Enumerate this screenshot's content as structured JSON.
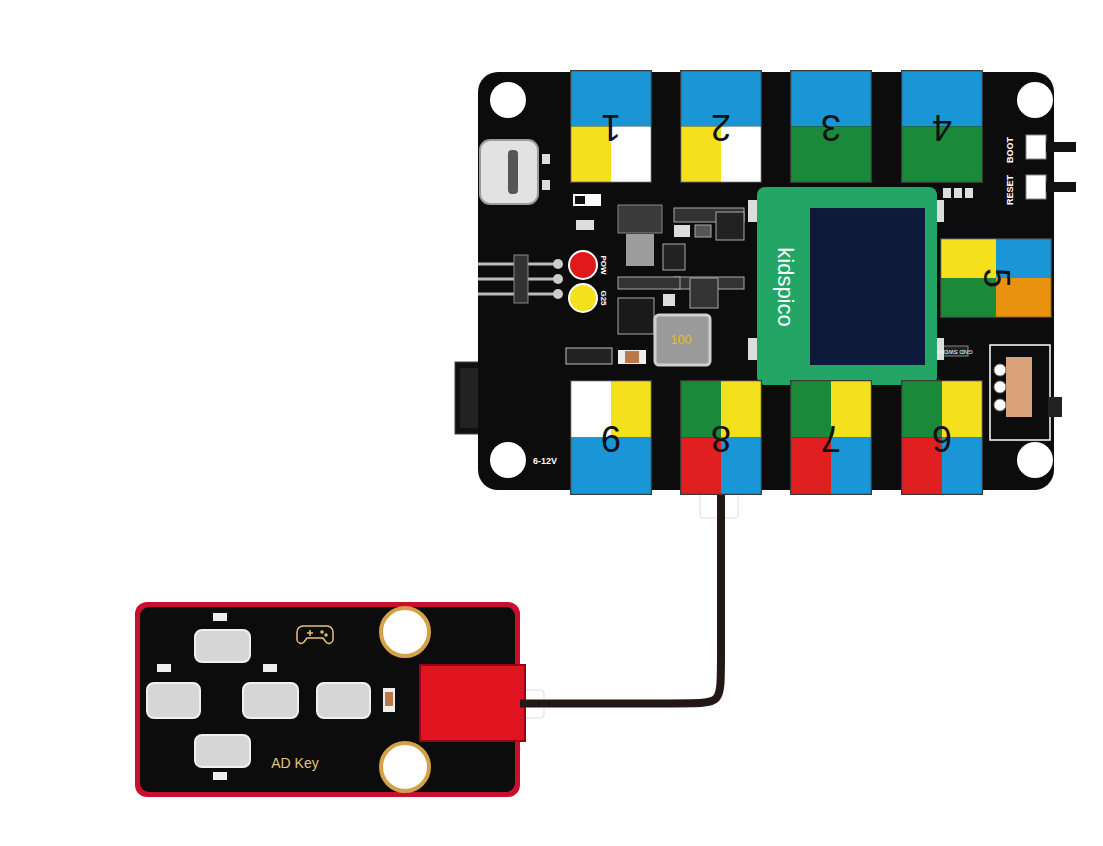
{
  "diagram": {
    "nodes": [
      {
        "text": [
          "BOOT",
          "RESET",
          "POW",
          "G25",
          "6-12V"
        ]
      },
      {
        "text": [
          "1"
        ],
        "in": 0
      },
      {
        "text": [
          "2"
        ],
        "in": 0
      },
      {
        "text": [
          "3"
        ],
        "in": 0
      },
      {
        "text": [
          "4"
        ],
        "in": 0
      },
      {
        "text": [
          "kidspico"
        ],
        "in": 0
      },
      {
        "text": [
          "5"
        ],
        "in": 0
      },
      {
        "text": [
          "9"
        ],
        "in": 0
      },
      {
        "text": [
          "8"
        ],
        "in": 0
      },
      {
        "text": [
          "7"
        ],
        "in": 0
      },
      {
        "text": [
          "6"
        ],
        "in": 0
      },
      {
        "text": [
          "AD Key"
        ]
      }
    ],
    "edges": [
      {
        "from": 8,
        "to": 11,
        "arrow": "none"
      }
    ],
    "labels": [
      "100",
      "GND SWDIO"
    ]
  }
}
